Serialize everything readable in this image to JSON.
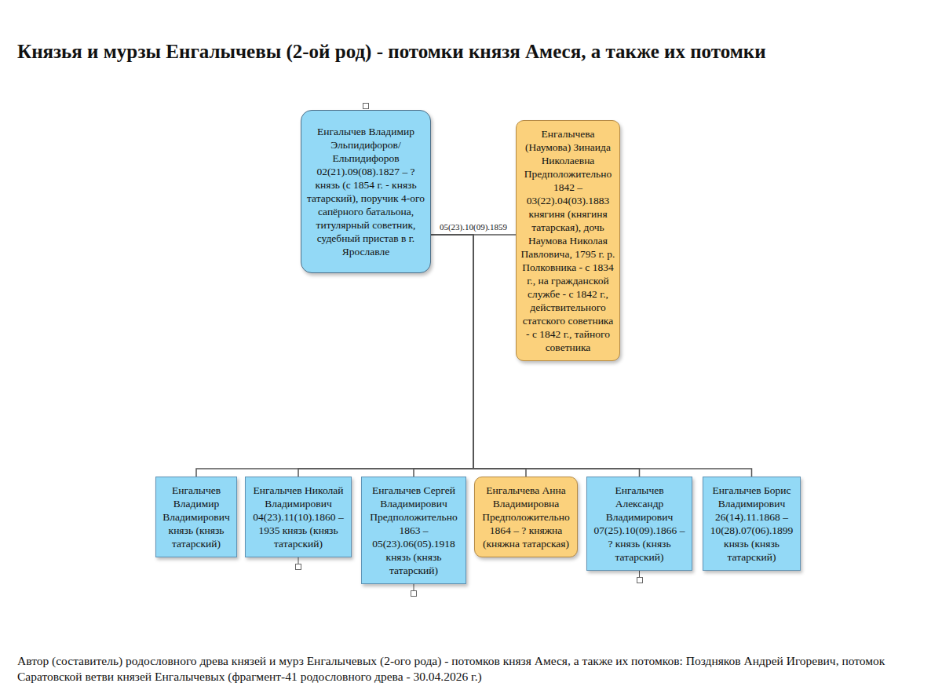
{
  "diagram": {
    "title": "Князья и мурзы Енгалычевы (2-ой род) - потомки князя Амеся, а также их потомки",
    "caption": "Автор (составитель) родословного древа князей и мурз Енгалычевых (2-ого рода) - потомков князя Амеся, а также их потомков: Поздняков Андрей Игоревич, потомок Саратовской ветви князей Енгалычевых (фрагмент-41 родословного древа - 30.04.2026 г.)",
    "nodes": [
      {
        "text": [
          "Енгалычев Владимир Эльпидифоров/ Ельпидифоров 02(21).09(08).1827 – ? князь (с 1854 г. - князь татарский), поручик 4-ого сапёрного батальона, титулярный советник, судебный пристав в г. Ярославле"
        ]
      },
      {
        "text": [
          "Енгалычева (Наумова) Зинаида Николаевна Предположительно 1842 – 03(22).04(03).1883 княгиня (княгиня татарская), дочь Наумова Николая Павловича, 1795 г. р. Полковника - с 1834 г., на гражданской службе - с 1842 г., действительного статского советника - с 1842 г., тайного советника"
        ]
      },
      {
        "text": [
          "Енгалычев Владимир Владимирович князь (князь татарский)"
        ]
      },
      {
        "text": [
          "Енгалычев Николай Владимирович 04(23).11(10).1860 – 1935 князь (князь татарский)"
        ]
      },
      {
        "text": [
          "Енгалычев Сергей Владимирович Предположительно 1863 – 05(23).06(05).1918 князь (князь татарский)"
        ]
      },
      {
        "text": [
          "Енгалычева Анна Владимировна Предположительно 1864 – ? княжна (княжна татарская)"
        ]
      },
      {
        "text": [
          "Енгалычев Александр Владимирович 07(25).10(09).1866 – ? князь (князь татарский)"
        ]
      },
      {
        "text": [
          "Енгалычев Борис Владимирович 26(14).11.1868 – 10(28).07(06).1899 князь (князь татарский)"
        ]
      }
    ],
    "edges": [
      {
        "from": 0,
        "to": 1,
        "arrow": "none",
        "label": "05(23).10(09).1859"
      },
      {
        "from": 0,
        "to": 2,
        "arrow": "none"
      },
      {
        "from": 0,
        "to": 3,
        "arrow": "none"
      },
      {
        "from": 0,
        "to": 4,
        "arrow": "none"
      },
      {
        "from": 0,
        "to": 5,
        "arrow": "none"
      },
      {
        "from": 0,
        "to": 6,
        "arrow": "none"
      },
      {
        "from": 0,
        "to": 7,
        "arrow": "none"
      }
    ]
  }
}
